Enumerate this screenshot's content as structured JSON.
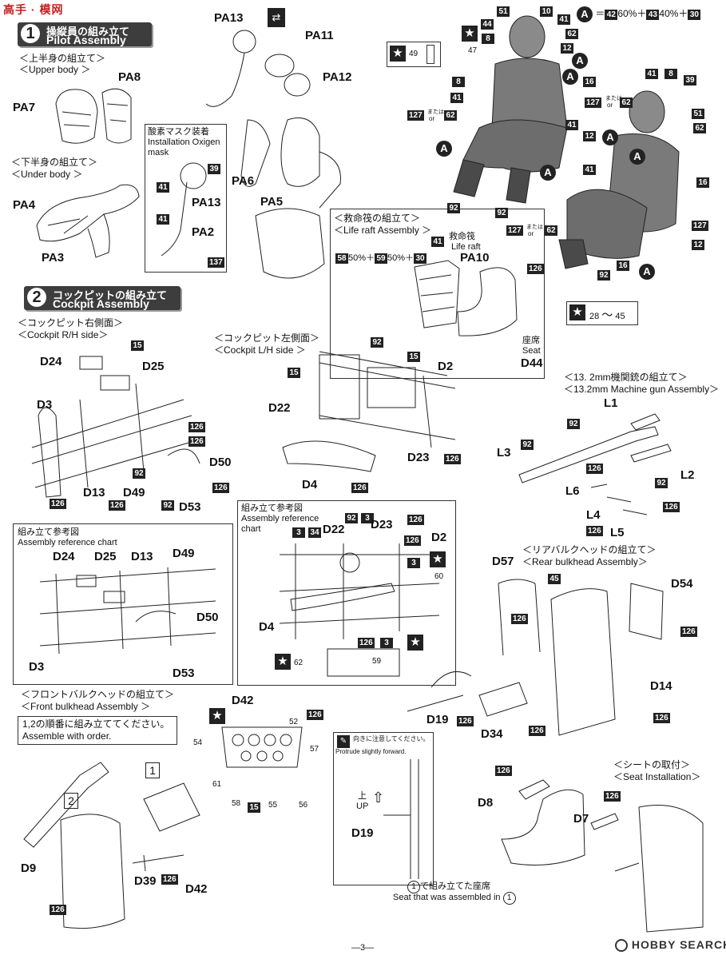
{
  "watermark": {
    "top_left": "高手 · 模网"
  },
  "section1": {
    "number": "1",
    "title_jp": "操縦員の組み立て",
    "title_en": "Pilot Assembly",
    "upper_jp": "＜上半身の組立て＞",
    "upper_en": "＜Upper body ＞",
    "under_jp": "＜下半身の組立て＞",
    "under_en": "＜Under body ＞",
    "oxygen_jp": "酸素マスク装着",
    "oxygen_en1": "Installation Oxigen",
    "oxygen_en2": "mask",
    "raft_jp": "＜救命筏の組立て＞",
    "raft_en": "＜Life raft Assembly ＞",
    "raft_color_a": "58",
    "raft_pct_a": "50%＋",
    "raft_color_b": "59",
    "raft_pct_b": "50%＋",
    "raft_color_c": "30",
    "raft_label_jp": "救命筏",
    "raft_label_en": "Life raft",
    "seat_jp": "座席",
    "seat_en": "Seat",
    "color_formula": {
      "circle": "A",
      "eq": "＝",
      "a": "42",
      "a_pct": "60%＋",
      "b": "43",
      "b_pct": "40%＋",
      "c": "30"
    },
    "decal_ref_a": "49",
    "decal_range_from": "28",
    "decal_range_sep": "〜",
    "decal_range_to": "45",
    "or_jp": "または",
    "or_en": "or"
  },
  "section2": {
    "number": "2",
    "title_jp": "コックピットの組み立て",
    "title_en": "Cockpit Assembly",
    "rh_jp": "＜コックピット右側面＞",
    "rh_en": "＜Cockpit R/H side＞",
    "lh_jp": "＜コックピット左側面＞",
    "lh_en": "＜Cockpit L/H side ＞",
    "ref_jp": "組み立て参考図",
    "ref_en": "Assembly reference chart",
    "ref2_jp": "組み立て参考図",
    "ref2_en1": "Assembly reference",
    "ref2_en2": "chart",
    "mg_jp": "＜13. 2mm機関銃の組立て＞",
    "mg_en": "＜13.2mm Machine gun Assembly＞",
    "rear_jp": "＜リアバルクヘッドの組立て＞",
    "rear_en": "＜Rear bulkhead Assembly＞",
    "front_jp": "＜フロントバルクヘッドの組立て＞",
    "front_en": "＜Front bulkhead Assembly ＞",
    "order_jp": "1,2の順番に組み立ててください。",
    "order_en": "Assemble with order.",
    "seat_jp": "＜シートの取付＞",
    "seat_en": "＜Seat Installation＞",
    "note_jp": "向きに注意してください。",
    "note_en": "Protrude slightly forward.",
    "up_jp": "上",
    "up_en": "UP",
    "seat_asm_jp": "で組み立てた座席",
    "seat_asm_en": "Seat that was assembled in",
    "seat_asm_ref": "1"
  },
  "labels": {
    "PA13": "PA13",
    "PA11": "PA11",
    "PA12": "PA12",
    "PA8": "PA8",
    "PA7": "PA7",
    "PA6": "PA6",
    "PA5": "PA5",
    "PA4": "PA4",
    "PA3": "PA3",
    "PA2": "PA2",
    "PA13b": "PA13",
    "PA10": "PA10",
    "D44": "D44",
    "D24": "D24",
    "D25": "D25",
    "D3": "D3",
    "D50": "D50",
    "D13": "D13",
    "D49": "D49",
    "D53": "D53",
    "D2": "D2",
    "D22": "D22",
    "D23": "D23",
    "D4": "D4",
    "L1": "L1",
    "L2": "L2",
    "L3": "L3",
    "L4": "L4",
    "L5": "L5",
    "L6": "L6",
    "rD24": "D24",
    "rD25": "D25",
    "rD13": "D13",
    "rD49": "D49",
    "rD50": "D50",
    "rD3": "D3",
    "rD53": "D53",
    "r2D22": "D22",
    "r2D23": "D23",
    "r2D2": "D2",
    "r2D4": "D4",
    "D57": "D57",
    "D54": "D54",
    "D14": "D14",
    "D19": "D19",
    "D34": "D34",
    "D42": "D42",
    "D9": "D9",
    "D39": "D39",
    "D42b": "D42",
    "D8": "D8",
    "D7": "D7",
    "D19b": "D19",
    "step1": "1",
    "step2": "2"
  },
  "colors": {
    "c10": "10",
    "c41": "41",
    "c51": "51",
    "c44": "44",
    "c8": "8",
    "c47": "47",
    "c62": "62",
    "c12": "12",
    "c16": "16",
    "c127": "127",
    "c92": "92",
    "c39": "39",
    "c137": "137",
    "c15": "15",
    "c126": "126",
    "c3": "3",
    "c34": "34",
    "c60": "60",
    "c45": "45",
    "c52": "52",
    "c54": "54",
    "c57": "57",
    "c61": "61",
    "c58": "58",
    "c55": "55",
    "c56": "56",
    "c59": "59"
  },
  "footer": {
    "page": "—3—",
    "brand": "HOBBY SEARCH"
  }
}
